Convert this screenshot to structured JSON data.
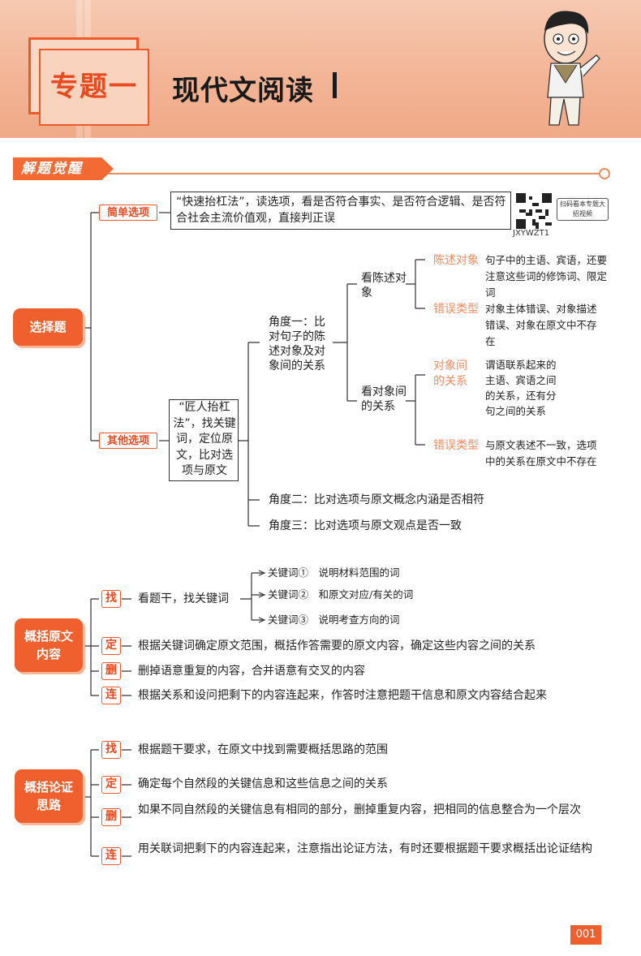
{
  "header": {
    "topic_label": "专题一",
    "title": "现代文阅读"
  },
  "section_banner": "解题觉醒",
  "qr": {
    "note": "扫码看本专题大招视频",
    "code": "JXYWZT1"
  },
  "choice": {
    "category": "选择题",
    "simple": {
      "label": "简单选项",
      "text": "“快速抬杠法”，读选项，看是否符合事实、是否符合逻辑、是否符合社会主流价值观，直接判正误"
    },
    "other": {
      "label": "其他选项",
      "method": "“匠人抬杠法”，找关键词，定位原文，比对选项与原文",
      "angle1": {
        "text": "角度一：比对句子的陈述对象及对象间的关系",
        "branches": [
          {
            "title": "看陈述对象",
            "items": [
              {
                "label": "陈述对象",
                "text": "句子中的主语、宾语，还要注意这些词的修饰词、限定词"
              },
              {
                "label": "错误类型",
                "text": "对象主体错误、对象描述错误、对象在原文中不存在"
              }
            ]
          },
          {
            "title": "看对象间的关系",
            "items": [
              {
                "label": "对象间的关系",
                "text": "谓语联系起来的主语、宾语之间的关系，还有分句之间的关系"
              },
              {
                "label": "错误类型",
                "text": "与原文表述不一致，选项中的关系在原文中不存在"
              }
            ]
          }
        ]
      },
      "angle2": "角度二：比对选项与原文概念内涵是否相符",
      "angle3": "角度三：比对选项与原文观点是否一致"
    }
  },
  "summarize_content": {
    "category": "概括原文内容",
    "steps": [
      {
        "tag": "找",
        "text": "看题干，找关键词"
      },
      {
        "tag": "定",
        "text": "根据关键词确定原文范围，概括作答需要的原文内容，确定这些内容之间的关系"
      },
      {
        "tag": "删",
        "text": "删掉语意重复的内容，合并语意有交叉的内容"
      },
      {
        "tag": "连",
        "text": "根据关系和设问把剩下的内容连起来，作答时注意把题干信息和原文内容结合起来"
      }
    ],
    "keywords": [
      "关键词①　说明材料范围的词",
      "关键词②　和原文对应/有关的词",
      "关键词③　说明考查方向的词"
    ]
  },
  "summarize_argument": {
    "category": "概括论证思路",
    "steps": [
      {
        "tag": "找",
        "text": "根据题干要求，在原文中找到需要概括思路的范围"
      },
      {
        "tag": "定",
        "text": "确定每个自然段的关键信息和这些信息之间的关系"
      },
      {
        "tag": "删",
        "text": "如果不同自然段的关键信息有相同的部分，删掉重复内容，把相同的信息整合为一个层次"
      },
      {
        "tag": "连",
        "text": "用关联词把剩下的内容连起来，注意指出论证方法，有时还要根据题干要求概括出论证结构"
      }
    ]
  },
  "page_number": "001"
}
